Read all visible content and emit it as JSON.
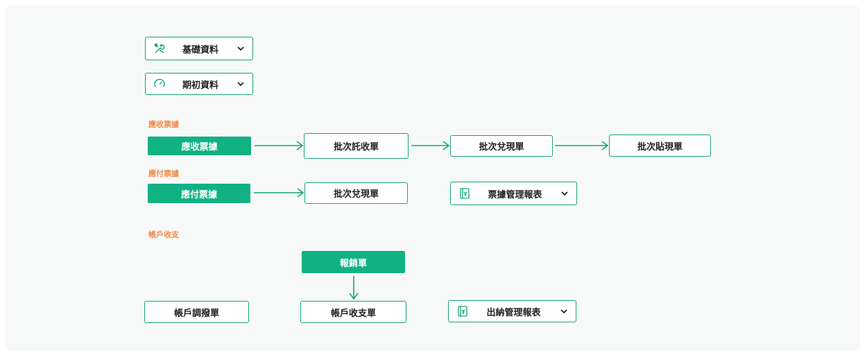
{
  "dropdowns": {
    "basic_data": {
      "label": "基礎資料",
      "icon": "tools-icon"
    },
    "opening_data": {
      "label": "期初資料",
      "icon": "gauge-icon"
    },
    "note_report": {
      "label": "票據管理報表",
      "icon": "ledger-icon"
    },
    "cashier_report": {
      "label": "出納管理報表",
      "icon": "ledger-icon"
    }
  },
  "sections": {
    "receivable": "應收票據",
    "payable": "應付票據",
    "account": "帳戶收支"
  },
  "nodes": {
    "receivable_note": "應收票據",
    "batch_collection": "批次託收單",
    "batch_cash_r": "批次兌現單",
    "batch_discount": "批次貼現單",
    "payable_note": "應付票據",
    "batch_cash_p": "批次兌現單",
    "reimbursement": "報銷單",
    "account_transfer": "帳戶調撥單",
    "account_inout": "帳戶收支單"
  },
  "colors": {
    "accent": "#10b284",
    "section_label": "#f08a4b"
  }
}
